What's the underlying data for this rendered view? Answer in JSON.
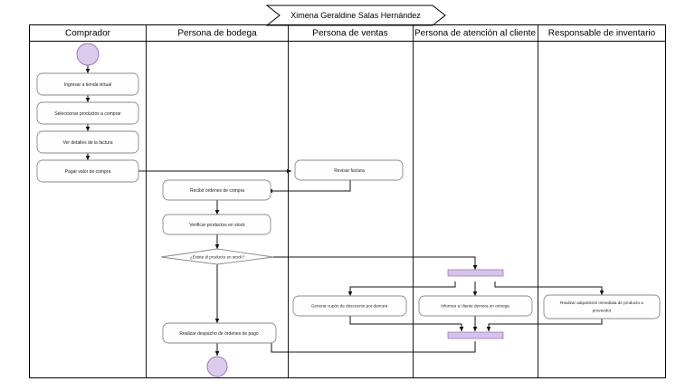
{
  "diagram": {
    "type": "uml-activity-swimlane",
    "title": "Ximena Geraldine Salas Hernández",
    "lanes": [
      {
        "id": "comprador",
        "label": "Comprador"
      },
      {
        "id": "bodega",
        "label": "Persona de bodega"
      },
      {
        "id": "ventas",
        "label": "Persona de ventas"
      },
      {
        "id": "atencion",
        "label": "Persona de atención al cliente"
      },
      {
        "id": "inventario",
        "label": "Responsable de inventario"
      }
    ],
    "nodes": {
      "start": {
        "kind": "initial-node",
        "lane": "comprador",
        "label": ""
      },
      "a1": {
        "kind": "action",
        "lane": "comprador",
        "label": "Ingresar a tienda virtual"
      },
      "a2": {
        "kind": "action",
        "lane": "comprador",
        "label": "Seleccionar productos a comprar"
      },
      "a3": {
        "kind": "action",
        "lane": "comprador",
        "label": "Ver detalles de la factura"
      },
      "a4": {
        "kind": "action",
        "lane": "comprador",
        "label": "Pagar valor de compra"
      },
      "b1": {
        "kind": "action",
        "lane": "bodega",
        "label": "Recibir órdenes de compra"
      },
      "b2": {
        "kind": "action",
        "lane": "bodega",
        "label": "Verificar productos en stock"
      },
      "decision": {
        "kind": "decision",
        "lane": "bodega",
        "label": "¿Existe el producto en stock?"
      },
      "b3": {
        "kind": "action",
        "lane": "bodega",
        "label": "Realizar despacho de órdenes de pago"
      },
      "end": {
        "kind": "final-node",
        "lane": "bodega",
        "label": ""
      },
      "v1": {
        "kind": "action",
        "lane": "ventas",
        "label": "Revisar factura"
      },
      "v2": {
        "kind": "action",
        "lane": "ventas",
        "label": "Generar cupón de descuento por demora"
      },
      "fork": {
        "kind": "fork-bar",
        "lane": "atencion",
        "label": ""
      },
      "c1": {
        "kind": "action",
        "lane": "atencion",
        "label": "Informar a cliente demora en entrega"
      },
      "join": {
        "kind": "join-bar",
        "lane": "atencion",
        "label": ""
      },
      "i1": {
        "kind": "action",
        "lane": "inventario",
        "label_line1": "Realizar adquisición inmediata de producto a",
        "label_line2": "proveedor"
      }
    },
    "colors": {
      "node_fill": "#ddcbec",
      "node_stroke": "#9b79bd",
      "bar_fill": "#d7c2ea",
      "box_stroke": "#8a8a8a",
      "frame_stroke": "#000000",
      "background": "#ffffff"
    }
  }
}
